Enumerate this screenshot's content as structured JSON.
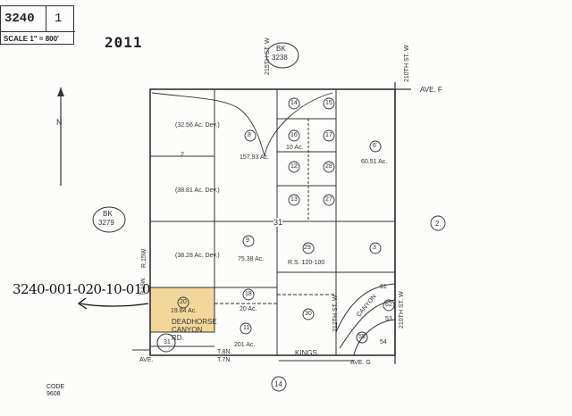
{
  "header": {
    "book_number": "3240",
    "page_number": "1",
    "scale_label": "SCALE 1\" = 800'",
    "year": "2011"
  },
  "map": {
    "adjacent_books": [
      {
        "label": "BK",
        "number": "3238"
      },
      {
        "label": "BK",
        "number": "3279"
      }
    ],
    "page_refs": [
      "2",
      "14"
    ],
    "streets": [
      "AVE. F",
      "215TH ST. W",
      "210TH ST. W",
      "212TH ST. W",
      "210TH ST. W",
      "KINGS",
      "DEADHORSE CANYON RD.",
      "CANYON",
      "AVE.",
      "AVE. G"
    ],
    "township_labels": [
      "R.15W.",
      "R.15W.",
      "T.8N.",
      "T.7N."
    ],
    "parcels": [
      "8",
      "14",
      "15",
      "16",
      "17",
      "12",
      "28",
      "13",
      "27",
      "2",
      "9",
      "6",
      "3",
      "29",
      "20",
      "11",
      "18",
      "30",
      "31",
      "61",
      "62",
      "53",
      "54",
      "55"
    ],
    "acreages": [
      "(32.56 Ac. Dev.)",
      "(38.81 Ac. Dev.)",
      "(38.28 Ac. Dev.)",
      "157.93 Ac.",
      "75.38 Ac.",
      "10 Ac.",
      "60.51 Ac.",
      "R.S. 120-100",
      "20 Ac.",
      "201 Ac.",
      "19.84 Ac."
    ],
    "section_number": "31",
    "highlighted_parcel": "20",
    "north_label": "N"
  },
  "annotation": {
    "apn": "3240-001-020-10-010"
  },
  "footer": {
    "code_label": "CODE",
    "code_value": "9608"
  },
  "colors": {
    "highlight": "#f1d79a",
    "line": "#333333",
    "paper": "#fcfcfb"
  }
}
